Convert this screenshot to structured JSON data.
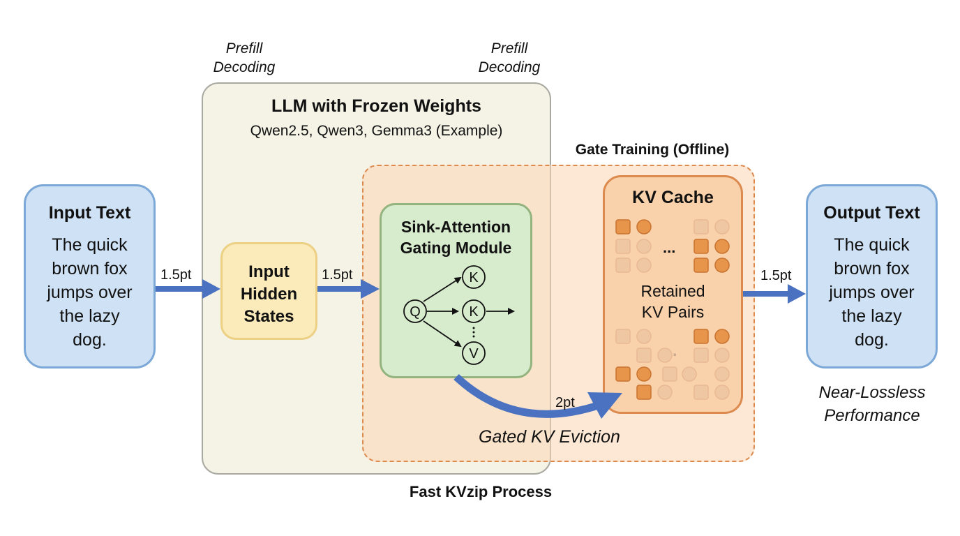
{
  "prefill_left": {
    "line1": "Prefill",
    "line2": "Decoding"
  },
  "prefill_right": {
    "line1": "Prefill",
    "line2": "Decoding"
  },
  "llm": {
    "title": "LLM with Frozen Weights",
    "subtitle": "Qwen2.5, Qwen3, Gemma3 (Example)",
    "caption": "Fast KVzip Process"
  },
  "gate_training": {
    "label": "Gate Training (Offline)"
  },
  "input": {
    "title": "Input Text",
    "lines": [
      "The quick",
      "brown fox",
      "jumps over",
      "the lazy",
      "dog."
    ]
  },
  "output": {
    "title": "Output Text",
    "lines": [
      "The quick",
      "brown fox",
      "jumps over",
      "the lazy",
      "dog."
    ],
    "caption_line1": "Near-Lossless",
    "caption_line2": "Performance"
  },
  "hidden": {
    "lines": [
      "Input",
      "Hidden",
      "States"
    ]
  },
  "sink": {
    "line1": "Sink-Attention",
    "line2": "Gating Module",
    "nodes": {
      "q": "Q",
      "k1": "K",
      "k2": "K",
      "v": "V"
    }
  },
  "kv_cache": {
    "title": "KV Cache",
    "dots": "...",
    "retained_line1": "Retained",
    "retained_line2": "KV Pairs"
  },
  "arrows": {
    "input_to_hidden": "1.5pt",
    "hidden_to_sink": "1.5pt",
    "kv_to_output": "1.5pt",
    "eviction": "2pt"
  },
  "eviction_label": "Gated KV Eviction",
  "colors": {
    "arrow": "#4a72c0",
    "kv_active": "#e8954c",
    "kv_faded": "#f0c7a3"
  }
}
